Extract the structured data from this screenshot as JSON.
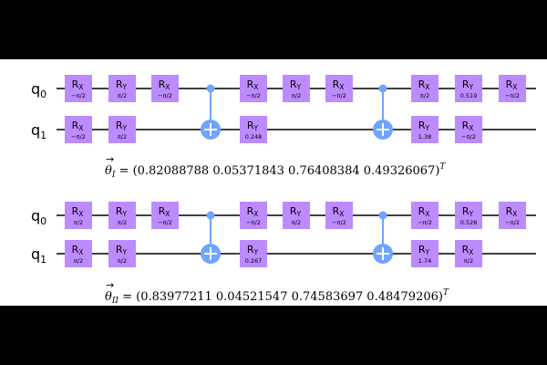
{
  "palette": {
    "gate_fill": "#bb8bff",
    "control": "#6fa4ff",
    "wire": "#000000",
    "text": "#000000"
  },
  "circuits": [
    {
      "qubit_labels": [
        "q",
        "q"
      ],
      "qubit_subs": [
        "0",
        "1"
      ],
      "gates": [
        {
          "q": 0,
          "col": 0,
          "axis": "X",
          "param": "−π/2"
        },
        {
          "q": 0,
          "col": 1,
          "axis": "Y",
          "param": "π/2"
        },
        {
          "q": 0,
          "col": 2,
          "axis": "X",
          "param": "−π/2"
        },
        {
          "q": 0,
          "col": 4,
          "axis": "X",
          "param": "−π/2"
        },
        {
          "q": 0,
          "col": 5,
          "axis": "Y",
          "param": "π/2"
        },
        {
          "q": 0,
          "col": 6,
          "axis": "X",
          "param": "−π/2"
        },
        {
          "q": 0,
          "col": 8,
          "axis": "X",
          "param": "π/2"
        },
        {
          "q": 0,
          "col": 9,
          "axis": "Y",
          "param": "0.519"
        },
        {
          "q": 0,
          "col": 10,
          "axis": "X",
          "param": "−π/2"
        },
        {
          "q": 1,
          "col": 0,
          "axis": "X",
          "param": "−π/2"
        },
        {
          "q": 1,
          "col": 1,
          "axis": "Y",
          "param": "π/2"
        },
        {
          "q": 1,
          "col": 4,
          "axis": "Y",
          "param": "0.248"
        },
        {
          "q": 1,
          "col": 8,
          "axis": "Y",
          "param": "1.38"
        },
        {
          "q": 1,
          "col": 9,
          "axis": "X",
          "param": "−π/2"
        }
      ],
      "cnots": [
        {
          "col": 3,
          "control": 0,
          "target": 1
        },
        {
          "col": 7,
          "control": 0,
          "target": 1
        }
      ],
      "equation": {
        "symbol": "θ",
        "sub": "I",
        "values": "(0.82088788  0.05371843  0.76408384  0.49326067)",
        "sup": "T"
      }
    },
    {
      "qubit_labels": [
        "q",
        "q"
      ],
      "qubit_subs": [
        "0",
        "1"
      ],
      "gates": [
        {
          "q": 0,
          "col": 0,
          "axis": "X",
          "param": "π/2"
        },
        {
          "q": 0,
          "col": 1,
          "axis": "Y",
          "param": "π/2"
        },
        {
          "q": 0,
          "col": 2,
          "axis": "X",
          "param": "−π/2"
        },
        {
          "q": 0,
          "col": 4,
          "axis": "X",
          "param": "−π/2"
        },
        {
          "q": 0,
          "col": 5,
          "axis": "Y",
          "param": "π/2"
        },
        {
          "q": 0,
          "col": 6,
          "axis": "X",
          "param": "−π/2"
        },
        {
          "q": 0,
          "col": 8,
          "axis": "X",
          "param": "−π/2"
        },
        {
          "q": 0,
          "col": 9,
          "axis": "Y",
          "param": "0.528"
        },
        {
          "q": 0,
          "col": 10,
          "axis": "X",
          "param": "−π/2"
        },
        {
          "q": 1,
          "col": 0,
          "axis": "X",
          "param": "π/2"
        },
        {
          "q": 1,
          "col": 1,
          "axis": "Y",
          "param": "π/2"
        },
        {
          "q": 1,
          "col": 4,
          "axis": "Y",
          "param": "0.267"
        },
        {
          "q": 1,
          "col": 8,
          "axis": "Y",
          "param": "1.74"
        },
        {
          "q": 1,
          "col": 9,
          "axis": "X",
          "param": "π/2"
        }
      ],
      "cnots": [
        {
          "col": 3,
          "control": 0,
          "target": 1
        },
        {
          "col": 7,
          "control": 0,
          "target": 1
        }
      ],
      "equation": {
        "symbol": "θ",
        "sub": "II",
        "values": "(0.83977211  0.04521547  0.74583697  0.48479206)",
        "sup": "T"
      }
    }
  ]
}
